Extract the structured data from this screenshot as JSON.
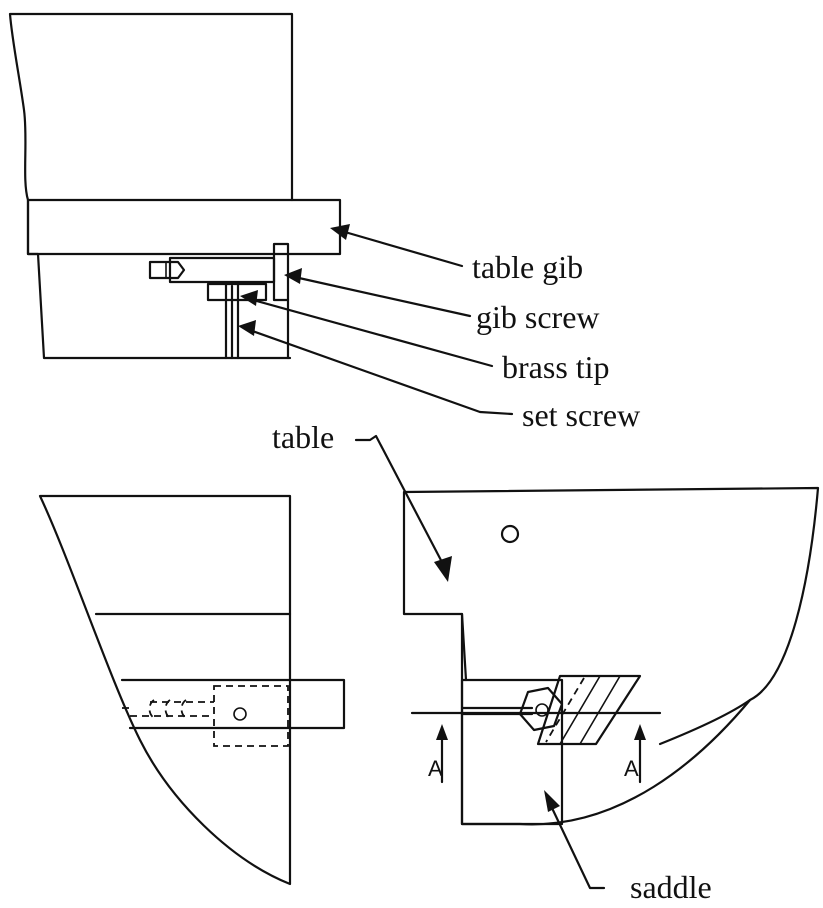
{
  "labels": {
    "table_gib": "table gib",
    "gib_screw": "gib screw",
    "brass_tip": "brass tip",
    "set_screw": "set screw",
    "table": "table",
    "saddle": "saddle",
    "section_left": "A",
    "section_right": "A"
  }
}
